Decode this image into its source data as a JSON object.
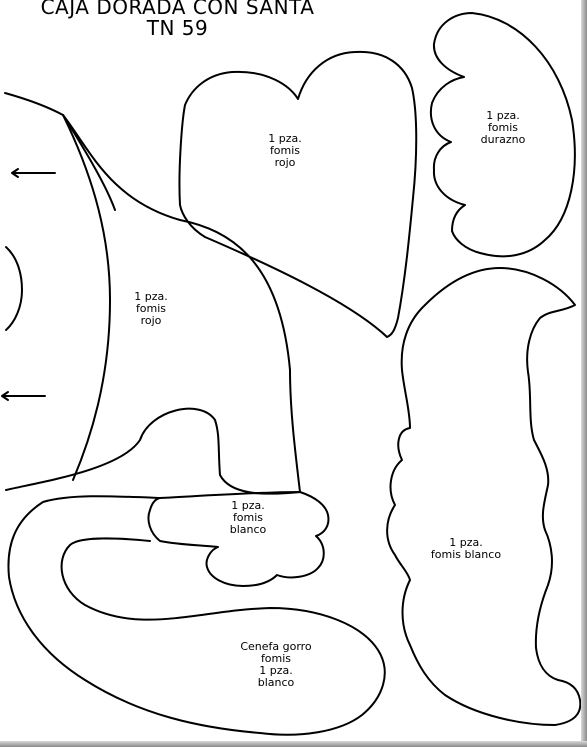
{
  "title": {
    "line1": "CAJA DORADA CON SANTA",
    "line2": "TN 59"
  },
  "pieces": {
    "heart": {
      "qty": "1 pza.",
      "material": "fomis",
      "color": "rojo"
    },
    "cloud": {
      "qty": "1 pza.",
      "material": "fomis",
      "color": "durazno"
    },
    "hat": {
      "qty": "1 pza.",
      "material": "fomis",
      "color": "rojo"
    },
    "pompom": {
      "qty": "1 pza.",
      "material": "fomis",
      "color": "blanco"
    },
    "beard": {
      "qty": "1 pza.",
      "material": "fomis blanco"
    },
    "brim": {
      "name": "Cenefa gorro",
      "material": "fomis",
      "qty": "1 pza.",
      "color": "blanco"
    }
  },
  "colors": {
    "line": "#000000",
    "background": "#ffffff"
  }
}
